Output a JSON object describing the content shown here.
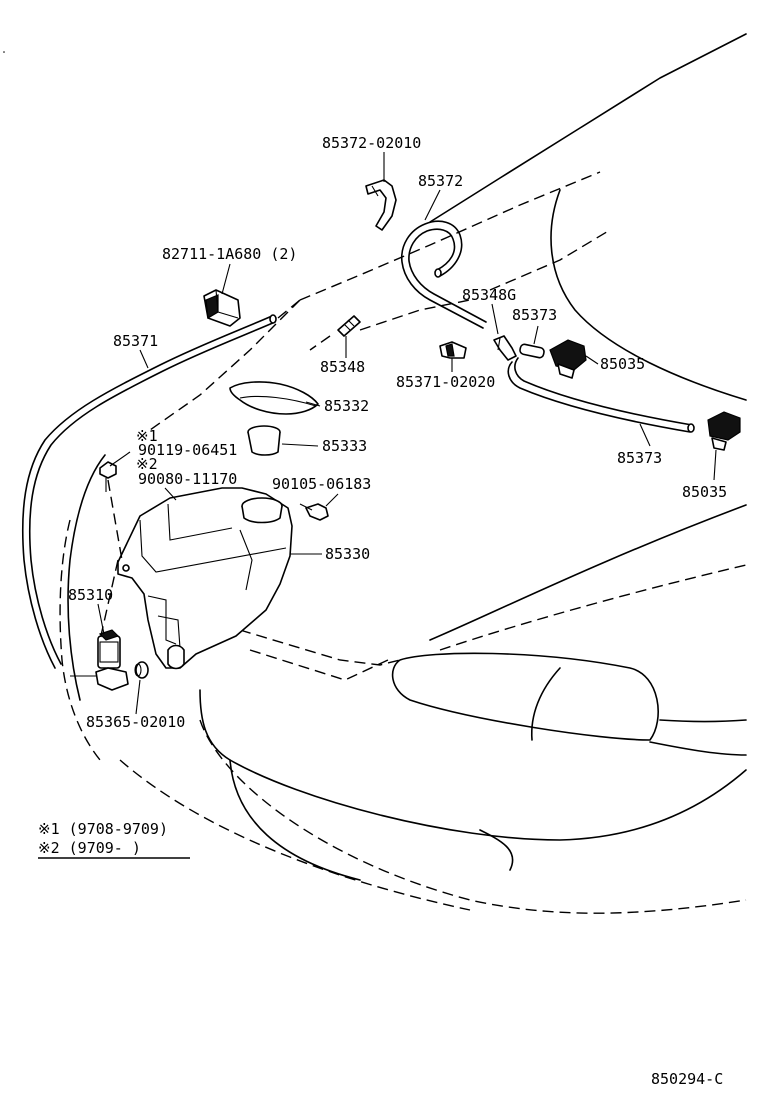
{
  "labels": {
    "p85372_02010": "85372-02010",
    "p85372": "85372",
    "p82711": "82711-1A680 (2)",
    "p85348G": "85348G",
    "p85373_a": "85373",
    "p85035_a": "85035",
    "p85371": "85371",
    "p85348": "85348",
    "p85371_02020": "85371-02020",
    "p85332": "85332",
    "p85333": "85333",
    "p85373_b": "85373",
    "p85035_b": "85035",
    "mark1": "※1",
    "p90119": "90119-06451",
    "mark2": "※2",
    "p90080": "90080-11170",
    "p90105": "90105-06183",
    "p85330": "85330",
    "p85310": "85310",
    "p85365": "85365-02010"
  },
  "legend": {
    "note1": "※1 (9708-9709)",
    "note2": "※2 (9709-      )"
  },
  "diagram_code": "850294-C"
}
